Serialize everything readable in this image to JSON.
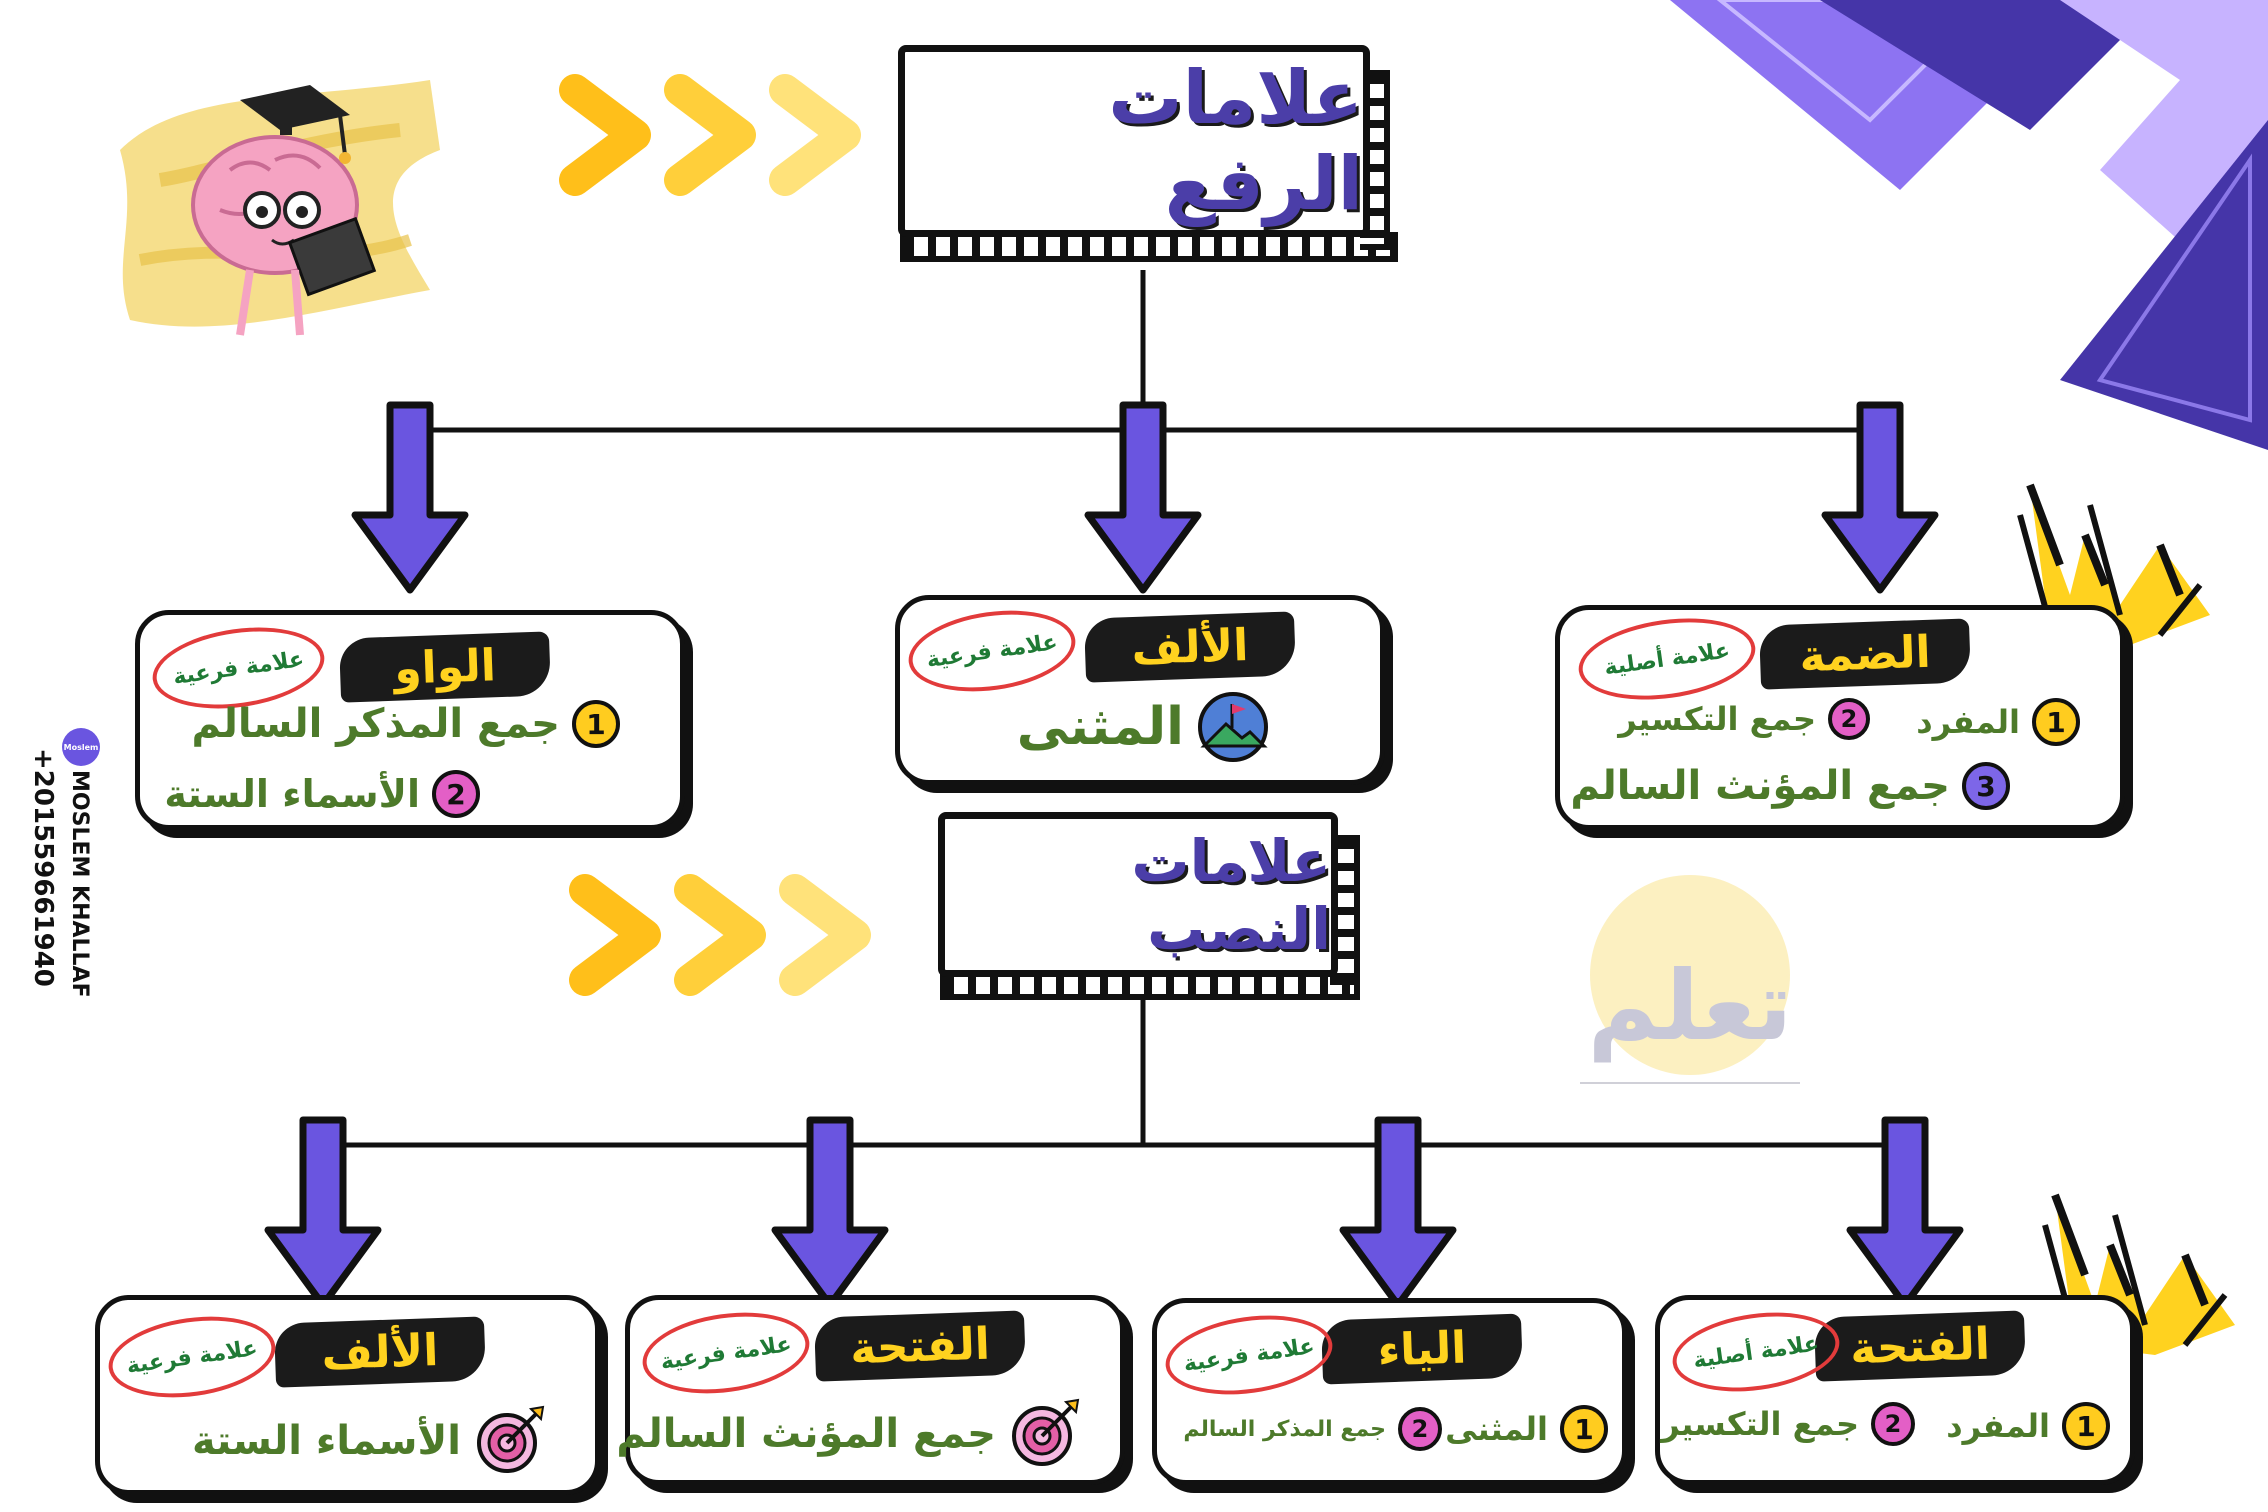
{
  "titles": {
    "raf": "علامات الرفع",
    "nasb": "علامات النصب"
  },
  "badges": {
    "far": "علامة فرعية",
    "asl": "علامة أصلية"
  },
  "raf_cards": [
    {
      "head": "الضمة",
      "badge": "علامة أصلية",
      "items": [
        {
          "n": "1",
          "t": "المفرد"
        },
        {
          "n": "2",
          "t": "جمع التكسير"
        },
        {
          "n": "3",
          "t": "جمع المؤنث السالم"
        }
      ]
    },
    {
      "head": "الألف",
      "badge": "علامة فرعية",
      "items": [
        {
          "t": "المثنى"
        }
      ]
    },
    {
      "head": "الواو",
      "badge": "علامة فرعية",
      "items": [
        {
          "n": "1",
          "t": "جمع المذكر السالم"
        },
        {
          "n": "2",
          "t": "الأسماء الستة"
        }
      ]
    }
  ],
  "nasb_cards": [
    {
      "head": "الفتحة",
      "badge": "علامة أصلية",
      "items": [
        {
          "n": "1",
          "t": "المفرد"
        },
        {
          "n": "2",
          "t": "جمع التكسير"
        }
      ]
    },
    {
      "head": "الياء",
      "badge": "علامة فرعية",
      "items": [
        {
          "n": "1",
          "t": "المثنى"
        },
        {
          "n": "2",
          "t": "جمع المذكر السالم"
        }
      ]
    },
    {
      "head": "الفتحة",
      "badge": "علامة فرعية",
      "items": [
        {
          "t": "جمع المؤنث السالم"
        }
      ]
    },
    {
      "head": "الألف",
      "badge": "علامة فرعية",
      "items": [
        {
          "t": "الأسماء الستة"
        }
      ]
    }
  ],
  "author": {
    "name": "MOSLEM KHALLAF",
    "phone": "+201559661940",
    "logo": "Moslem"
  },
  "watermark": {
    "word": "تعلم"
  },
  "colors": {
    "purple": "#6a55e0",
    "title": "#4b3ea8",
    "yellow": "#ffc41a",
    "green": "#4d7a2a"
  },
  "icons": [
    "brain-mascot-icon",
    "chevron-arrows-icon",
    "down-arrow-icon",
    "crown-spikes-icon",
    "mountain-flag-icon",
    "target-icon"
  ]
}
